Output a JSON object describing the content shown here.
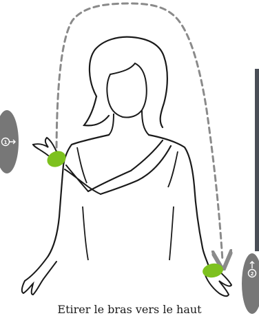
{
  "caption": "Etirer le bras vers le haut",
  "colors": {
    "sketch_line": "#1a1a1a",
    "trajectory": "#8a8a8a",
    "marker_fill": "#7dc11e",
    "step_badge": "#777777",
    "side_bar": "#4a4f57",
    "badge_text": "#ffffff"
  },
  "markers": {
    "step1": {
      "number": "1",
      "icon": "arrow-right-icon"
    },
    "step2": {
      "number": "2",
      "icon": "arrow-up-icon"
    }
  },
  "icons": {
    "start_marker": "green-ellipse-marker",
    "end_marker": "green-ellipse-marker",
    "path": "dashed-arrow-path"
  }
}
